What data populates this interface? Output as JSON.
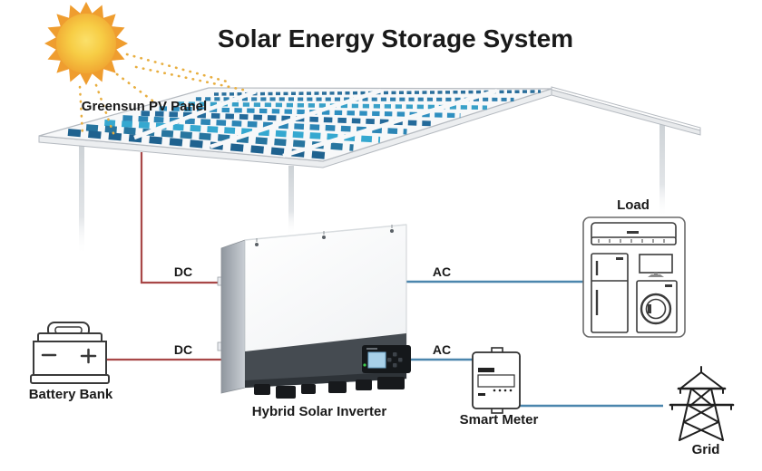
{
  "title": "Solar Energy Storage System",
  "labels": {
    "pv_panel": "Greensun PV Panel",
    "load": "Load",
    "battery": "Battery Bank",
    "inverter": "Hybrid Solar Inverter",
    "meter": "Smart Meter",
    "grid": "Grid"
  },
  "wire_labels": {
    "dc_pv": "DC",
    "dc_battery": "DC",
    "ac_load": "AC",
    "ac_meter": "AC"
  },
  "connections": [
    {
      "from": "pv-panel",
      "to": "hybrid-inverter",
      "type": "DC"
    },
    {
      "from": "battery-bank",
      "to": "hybrid-inverter",
      "type": "DC"
    },
    {
      "from": "hybrid-inverter",
      "to": "load",
      "type": "AC"
    },
    {
      "from": "hybrid-inverter",
      "to": "smart-meter",
      "type": "AC"
    },
    {
      "from": "smart-meter",
      "to": "grid",
      "type": "AC"
    }
  ],
  "colors": {
    "title_green": "#206b20",
    "dc_red": "#a84747",
    "ac_blue": "#4b86ad",
    "label_black": "#1a1a1a",
    "panel_blue_dark": "#256a99",
    "panel_cyan": "#38a8d0",
    "sun_core": "#f7cd45",
    "sun_spikes": "#ef9d2f",
    "inverter_dark": "#454b51",
    "structure_gray": "#b5bac0"
  },
  "icons": {
    "sun": "sun-icon",
    "pv_array": "pv-panel-array-icon",
    "battery": "battery-icon",
    "inverter": "hybrid-inverter-icon",
    "smart_meter": "smart-meter-icon",
    "air_conditioner": "air-conditioner-icon",
    "fridge": "fridge-icon",
    "tv": "tv-icon",
    "washing_machine": "washing-machine-icon",
    "grid_tower": "transmission-tower-icon"
  }
}
